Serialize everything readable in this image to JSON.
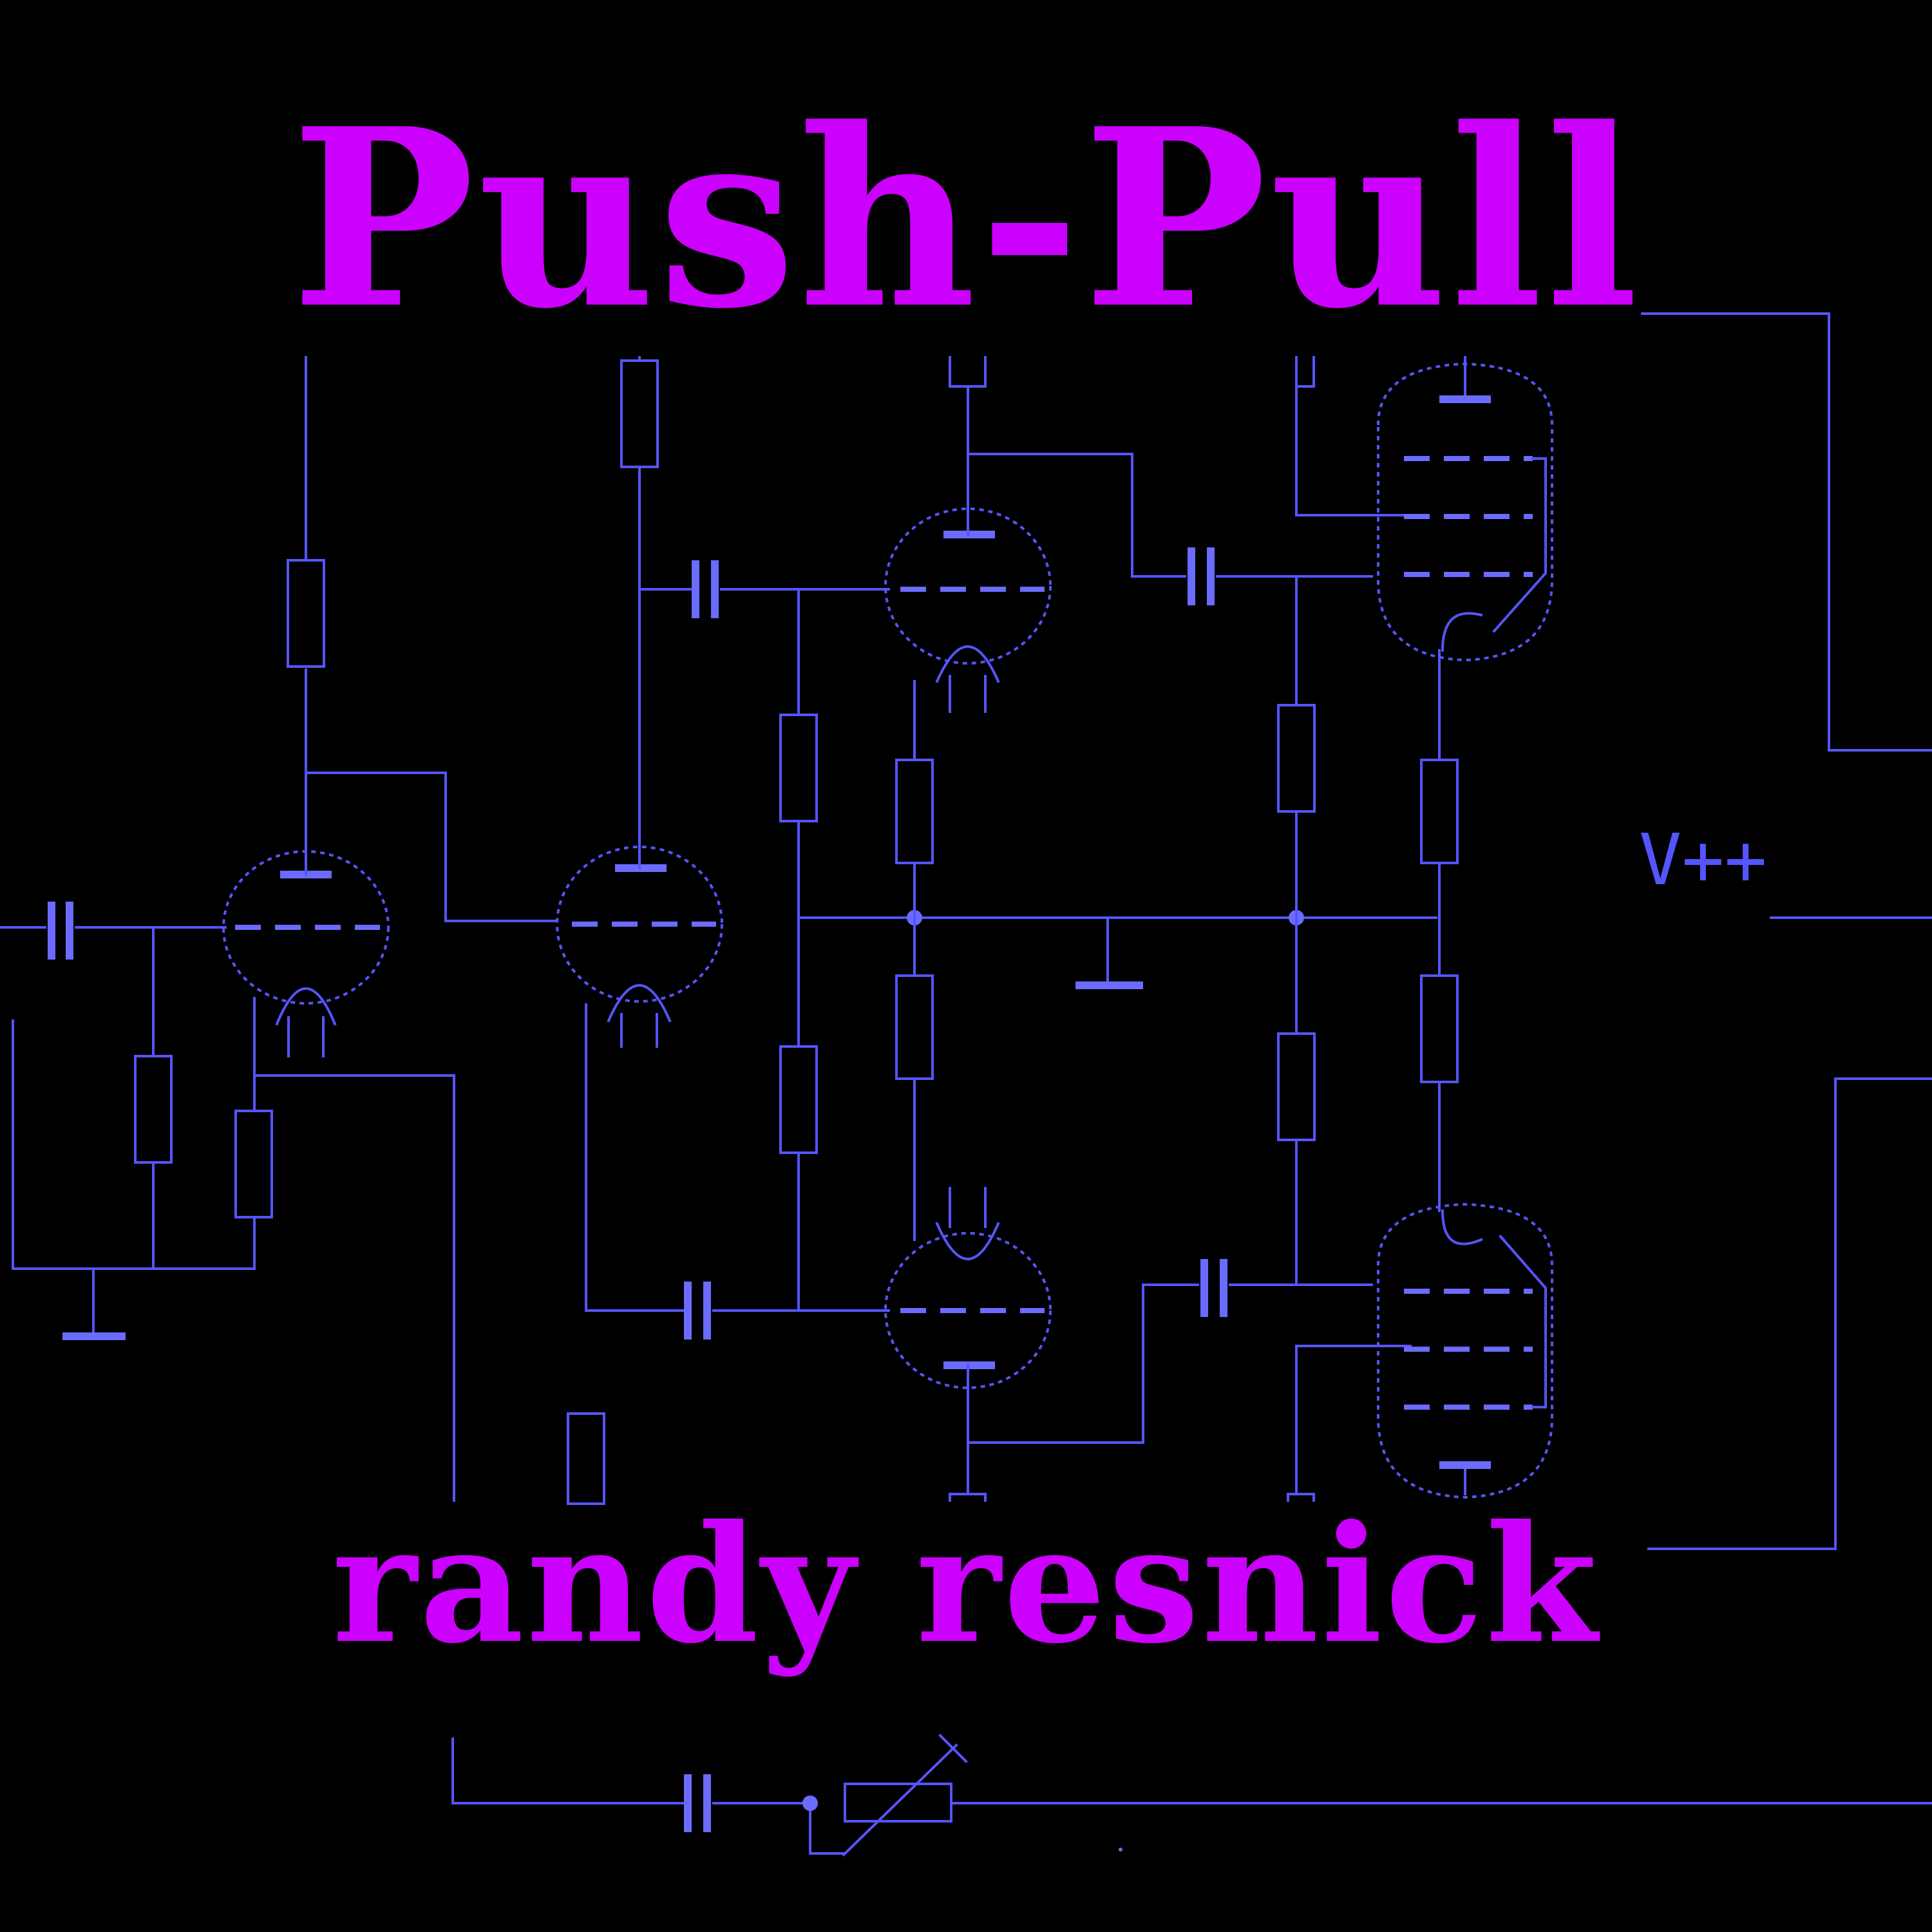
{
  "cover": {
    "title": "Push-Pull",
    "artist": "randy resnick",
    "supply_label": "V++"
  },
  "colors": {
    "background": "#000000",
    "text": "#cc00ff",
    "schematic": "#5555ff"
  },
  "schematic": {
    "components": [
      "triode",
      "triode",
      "triode",
      "triode",
      "pentode",
      "pentode",
      "resistor",
      "capacitor",
      "ground",
      "potentiometer"
    ]
  }
}
